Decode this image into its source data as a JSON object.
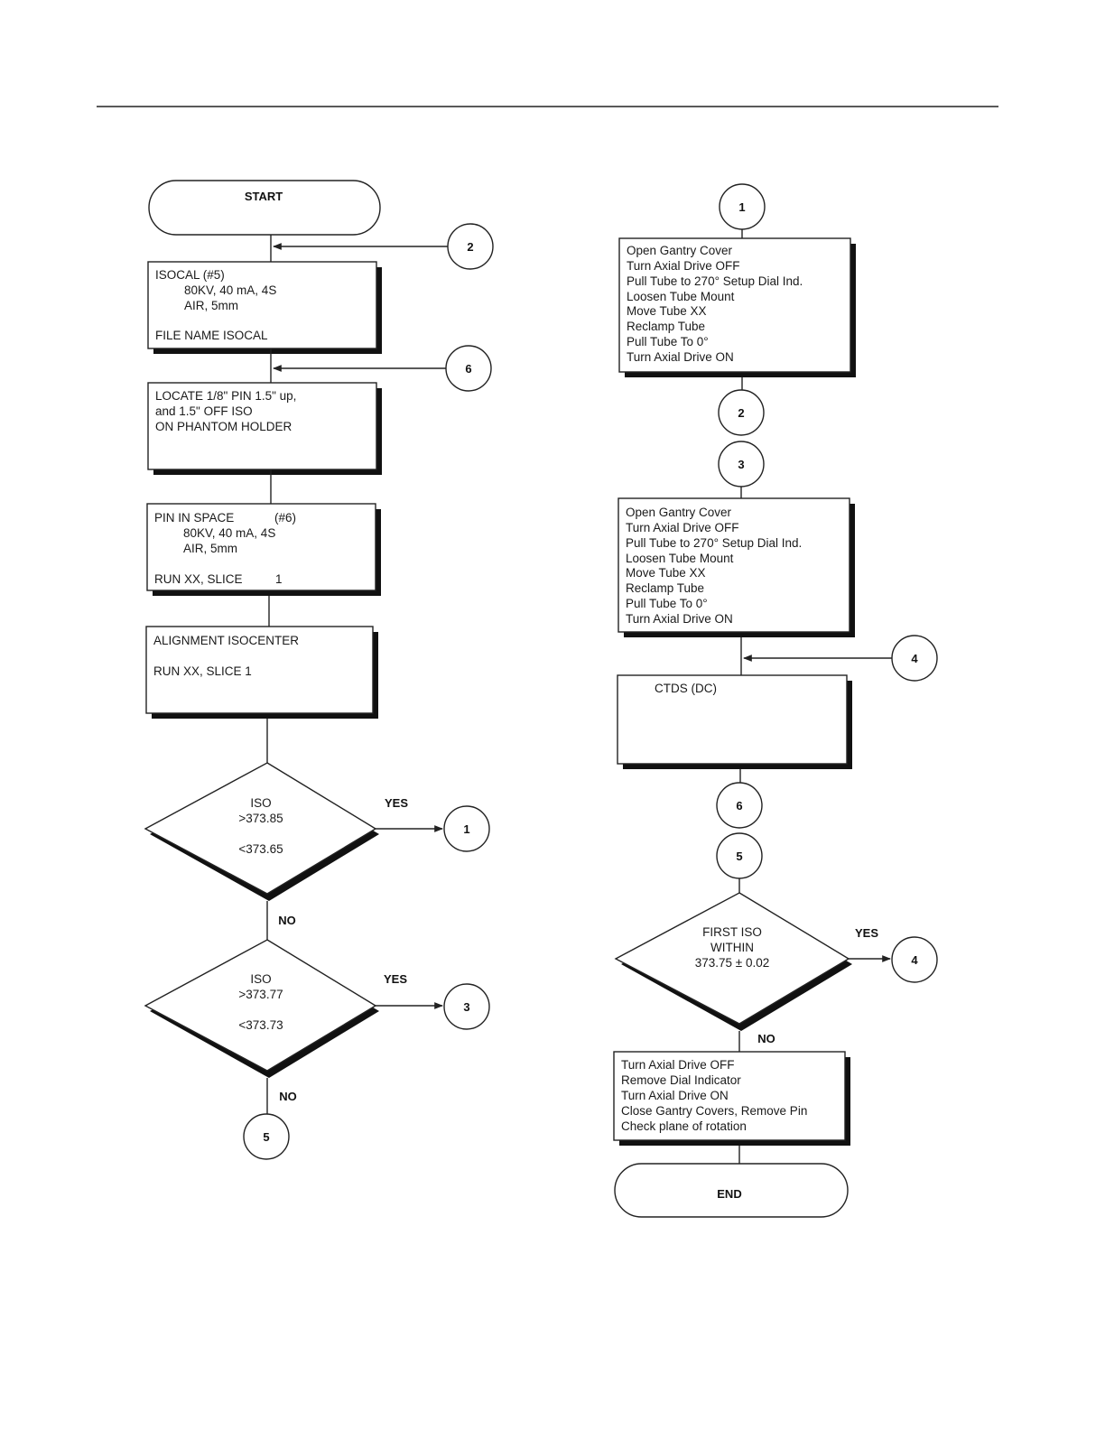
{
  "left": {
    "start_label": "START",
    "isocal": {
      "line1": "ISOCAL    (#5)",
      "line2": "80KV, 40 mA, 4S",
      "line3": "AIR,  5mm",
      "line4": "FILE NAME ISOCAL"
    },
    "locate": {
      "line1": "LOCATE 1/8\" PIN  1.5\" up,",
      "line2": "and 1.5\" OFF ISO",
      "line3": "ON PHANTOM HOLDER"
    },
    "pin_in_space": {
      "line1": "PIN IN SPACE",
      "line1b": "(#6)",
      "line2": "80KV, 40 mA, 4S",
      "line3": "AIR,  5mm",
      "line4": "RUN XX,    SLICE",
      "line4b": "1"
    },
    "alignment": {
      "line1": "ALIGNMENT  ISOCENTER",
      "line2": "RUN XX,   SLICE  1"
    },
    "decision1": {
      "line1": "ISO",
      "line2": ">373.85",
      "line3": "<373.65",
      "yes": "YES",
      "no": "NO"
    },
    "decision2": {
      "line1": "ISO",
      "line2": ">373.77",
      "line3": "<373.73",
      "yes": "YES",
      "no": "NO"
    },
    "connectors": {
      "c2": "2",
      "c6": "6",
      "c1": "1",
      "c3": "3",
      "c5": "5"
    }
  },
  "right": {
    "connectors": {
      "c1_top": "1",
      "c2": "2",
      "c3": "3",
      "c4_mid": "4",
      "c6": "6",
      "c5": "5",
      "c4_yes": "4"
    },
    "steps1": [
      "Open Gantry Cover",
      "Turn Axial Drive OFF",
      "Pull Tube to 270° Setup Dial Ind.",
      "Loosen Tube Mount",
      "Move Tube  XX",
      "Reclamp Tube",
      "Pull Tube To 0°",
      "Turn Axial Drive ON"
    ],
    "steps2": [
      "Open Gantry Cover",
      "Turn Axial Drive OFF",
      "Pull Tube to 270° Setup Dial Ind.",
      "Loosen Tube Mount",
      "Move Tube  XX",
      "Reclamp Tube",
      "Pull Tube To 0°",
      "Turn Axial Drive ON"
    ],
    "ctds_label": "CTDS  (DC)",
    "decision3": {
      "line1": "FIRST ISO",
      "line2": "WITHIN",
      "line3": "373.75  ±  0.02",
      "yes": "YES",
      "no": "NO"
    },
    "final_steps": [
      "Turn Axial Drive OFF",
      "Remove Dial Indicator",
      "Turn Axial Drive ON",
      "Close Gantry Covers, Remove Pin",
      "Check plane of rotation"
    ],
    "end_label": "END"
  }
}
